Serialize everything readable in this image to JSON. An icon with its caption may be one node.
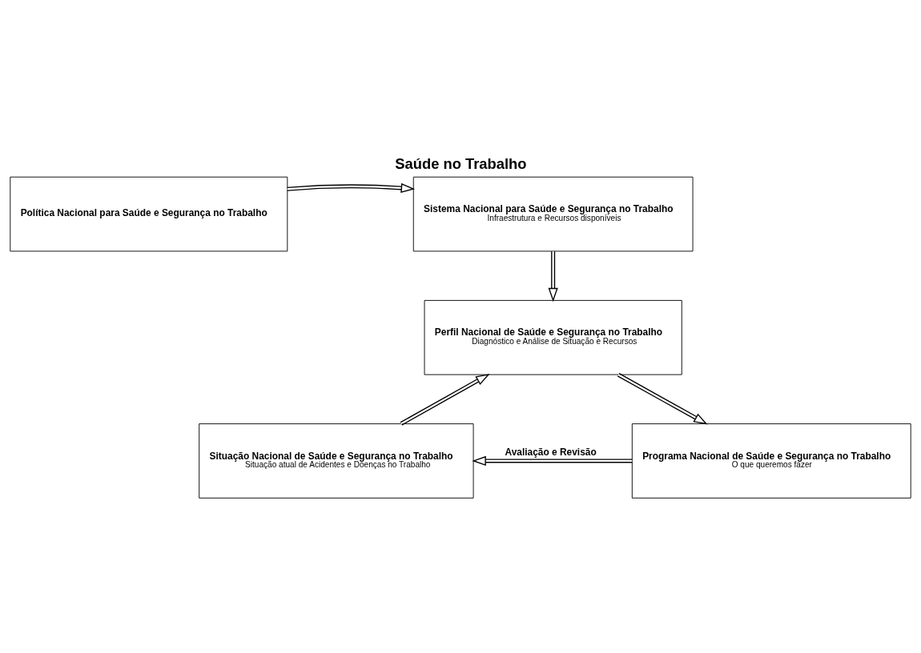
{
  "diagram": {
    "title": "Saúde no Trabalho",
    "nodes": [
      {
        "text": [
          "Política Nacional para Saúde e Segurança no Trabalho"
        ]
      },
      {
        "text": [
          "Sistema Nacional para Saúde e Segurança no Trabalho",
          "Infraestrutura e Recursos disponíveis"
        ]
      },
      {
        "text": [
          "Perfil Nacional de Saúde e Segurança no Trabalho",
          "Diagnóstico e Análise de Situação e Recursos"
        ]
      },
      {
        "text": [
          "Programa Nacional de Saúde e Segurança no Trabalho",
          "O que queremos fazer"
        ]
      },
      {
        "text": [
          "Situação Nacional de Saúde e Segurança no Trabalho",
          "Situação atual de Acidentes e Doenças no Trabalho"
        ]
      }
    ],
    "edges": [
      {
        "from": 0,
        "to": 1,
        "arrow": "to"
      },
      {
        "from": 1,
        "to": 2,
        "arrow": "to"
      },
      {
        "from": 2,
        "to": 3,
        "arrow": "to"
      },
      {
        "from": 3,
        "to": 4,
        "arrow": "to",
        "label": "Avaliação e Revisão"
      },
      {
        "from": 4,
        "to": 2,
        "arrow": "to"
      }
    ]
  }
}
